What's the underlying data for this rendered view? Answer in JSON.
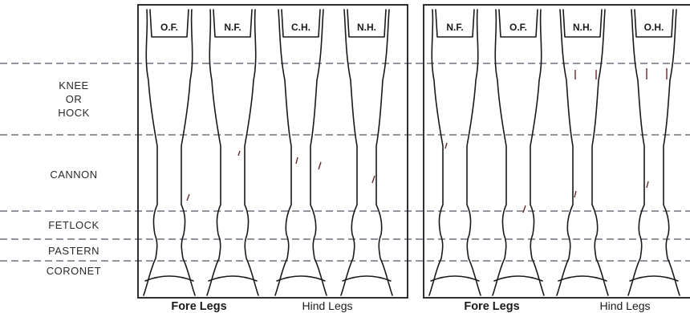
{
  "region_labels": {
    "knee": [
      "KNEE",
      "OR",
      "HOCK"
    ],
    "cannon": "CANNON",
    "fetlock": "FETLOCK",
    "pastern": "PASTERN",
    "coronet": "CORONET"
  },
  "left_panel": {
    "legs": [
      "O.F.",
      "N.F.",
      "C.H.",
      "N.H."
    ],
    "captions": {
      "fore": "Fore Legs",
      "hind": "Hind Legs"
    }
  },
  "right_panel": {
    "legs": [
      "N.F.",
      "O.F.",
      "N.H.",
      "O.H."
    ],
    "captions": {
      "fore": "Fore Legs",
      "hind": "Hind Legs"
    }
  }
}
